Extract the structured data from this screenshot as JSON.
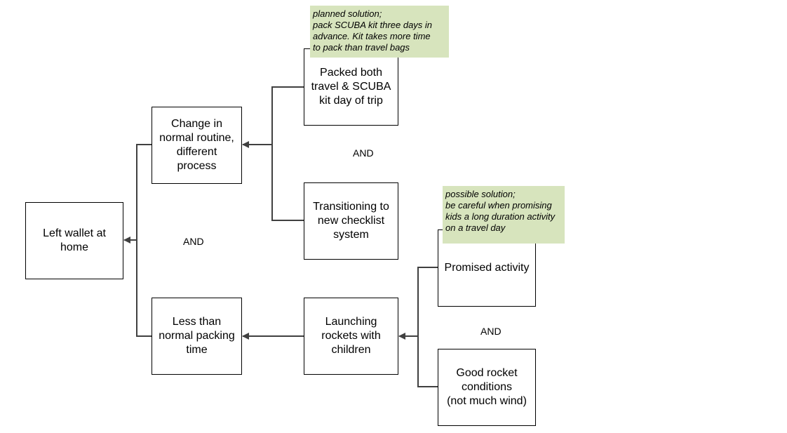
{
  "nodes": {
    "left_wallet": "Left wallet at\nhome",
    "change_routine": "Change in\nnormal routine,\ndifferent\nprocess",
    "less_time": "Less than\nnormal packing\ntime",
    "packed_both": "Packed both\ntravel & SCUBA\nkit day of trip",
    "transitioning": "Transitioning to\nnew checklist\nsystem",
    "launching": "Launching\nrockets with\nchildren",
    "promised": "Promised activity",
    "good_conditions": "Good rocket\nconditions\n(not much wind)"
  },
  "and_labels": {
    "main": "AND",
    "top": "AND",
    "bottom": "AND"
  },
  "notes": {
    "planned": "planned solution;\npack SCUBA kit three days in\nadvance.  Kit takes more time\nto pack than travel bags",
    "possible": "possible solution;\nbe careful when promising\nkids a long duration activity\non a travel day"
  },
  "colors": {
    "note_fill": "#d7e4bd",
    "connector": "#404040"
  }
}
